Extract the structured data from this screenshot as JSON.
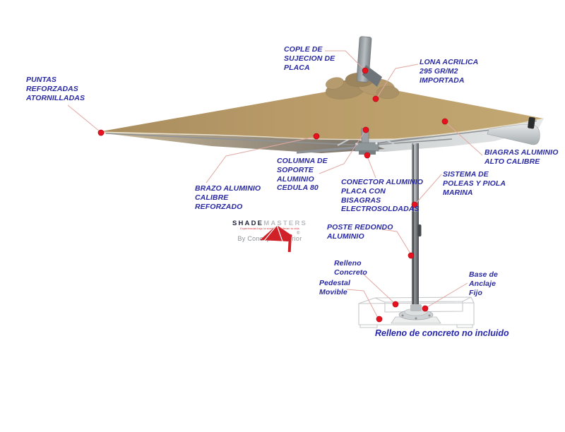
{
  "colors": {
    "label_blue": "#2929a3",
    "dot_red": "#e8111f",
    "leader_pink": "#e0a8a2",
    "canopy_tan": "#b79a67",
    "logo_red": "#cf2127",
    "background": "#ffffff"
  },
  "callouts": [
    {
      "id": "puntas",
      "text": "PUNTAS\nREFORZADAS\nATORNILLADAS"
    },
    {
      "id": "cople",
      "text": "COPLE DE\nSUJECION DE\nPLACA"
    },
    {
      "id": "lona",
      "text": "LONA ACRILICA\n295 GR/M2\nIMPORTADA"
    },
    {
      "id": "biagras",
      "text": "BIAGRAS ALUMINIO\nALTO CALIBRE"
    },
    {
      "id": "columna",
      "text": "COLUMNA DE\nSOPORTE\nALUMINIO\nCEDULA 80"
    },
    {
      "id": "sistema",
      "text": "SISTEMA DE\nPOLEAS Y PIOLA\nMARINA"
    },
    {
      "id": "brazo",
      "text": "BRAZO ALUMINIO\nCALIBRE\nREFORZADO"
    },
    {
      "id": "conector",
      "text": "CONECTOR ALUMINIO\nPLACA CON\nBISAGRAS\nELECTROSOLDADAS"
    },
    {
      "id": "poste",
      "text": "POSTE REDONDO\nALUMINIO"
    },
    {
      "id": "relleno",
      "text": "Relleno\nConcreto"
    },
    {
      "id": "pedestal",
      "text": "Pedestal\nMovible"
    },
    {
      "id": "base",
      "text": "Base de\nAnclaje\nFijo"
    }
  ],
  "footnote": "Relleno de concreto no incluido",
  "logo": {
    "brand_primary": "SHADE",
    "brand_secondary": "MASTERS",
    "registered_mark": "®",
    "tagline": "Experiencias bajo la sombra que llenan tu vida",
    "byline": "By Concepto Exterior"
  }
}
